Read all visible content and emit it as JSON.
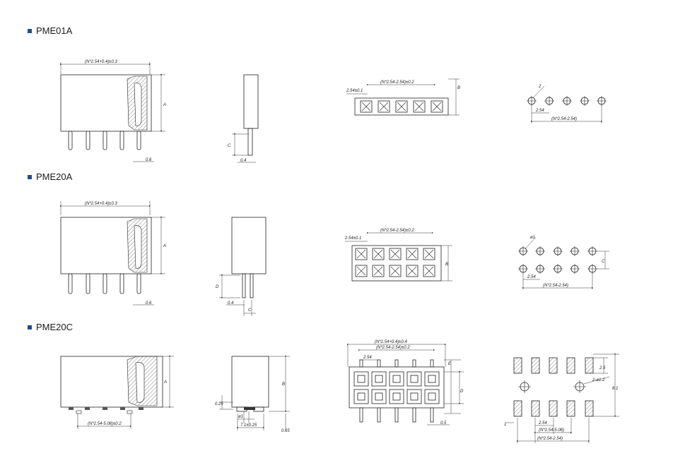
{
  "sections": [
    {
      "title": "PME01A"
    },
    {
      "title": "PME20A"
    },
    {
      "title": "PME20C"
    }
  ],
  "dims": {
    "s1_front_width": "(N*2.54+0.4)±0.3",
    "s1_front_A": "A",
    "s1_front_pin": "0.6",
    "s1_side_C": "C",
    "s1_side_pin": "0.4",
    "s1_top_width": "(N*2.54-2.54)±0.2",
    "s1_top_pitch": "2.54±0.1",
    "s1_top_B": "B",
    "s1_pcb_hole": "2",
    "s1_pcb_pitch": "2.54",
    "s1_pcb_width": "(N*2.54-2.54)",
    "s2_front_width": "(N*2.54+0.4)±0.3",
    "s2_front_A": "A",
    "s2_front_pin": "0.6",
    "s2_side_D": "D",
    "s2_side_pin": "0.4",
    "s2_side_C": "C",
    "s2_top_width": "(N*2.54-2.54)±0.2",
    "s2_top_pitch": "2.54±0.1",
    "s2_top_B": "B",
    "s2_pcb_hole": "ø1",
    "s2_pcb_C": "C",
    "s2_pcb_pitch": "2.54",
    "s2_pcb_width": "(N*2.54-2.54)",
    "s3_front_A": "A",
    "s3_front_width": "(N*2.54-5.08)±0.2",
    "s3_side_B": "B",
    "s3_side_025": "0.25",
    "s3_side_hole": "ø1",
    "s3_side_width": "7.1±0.25",
    "s3_side_065": "0.65",
    "s3_top_outer": "(N*2.54+0.4)±0.4",
    "s3_top_inner": "(N*2.54-2.54)±0.2",
    "s3_top_pitch": "2.54",
    "s3_top_E": "E",
    "s3_top_D": "D",
    "s3_top_pin": "0.5",
    "s3_pcb_25": "2.5",
    "s3_pcb_holes": "2-ø1.2",
    "s3_pcb_81": "8.1",
    "s3_pcb_1": "1",
    "s3_pcb_pitch": "2.54",
    "s3_pcb_w1": "(N*2.54-5.08)",
    "s3_pcb_w2": "(N*2.54-2.54)"
  }
}
